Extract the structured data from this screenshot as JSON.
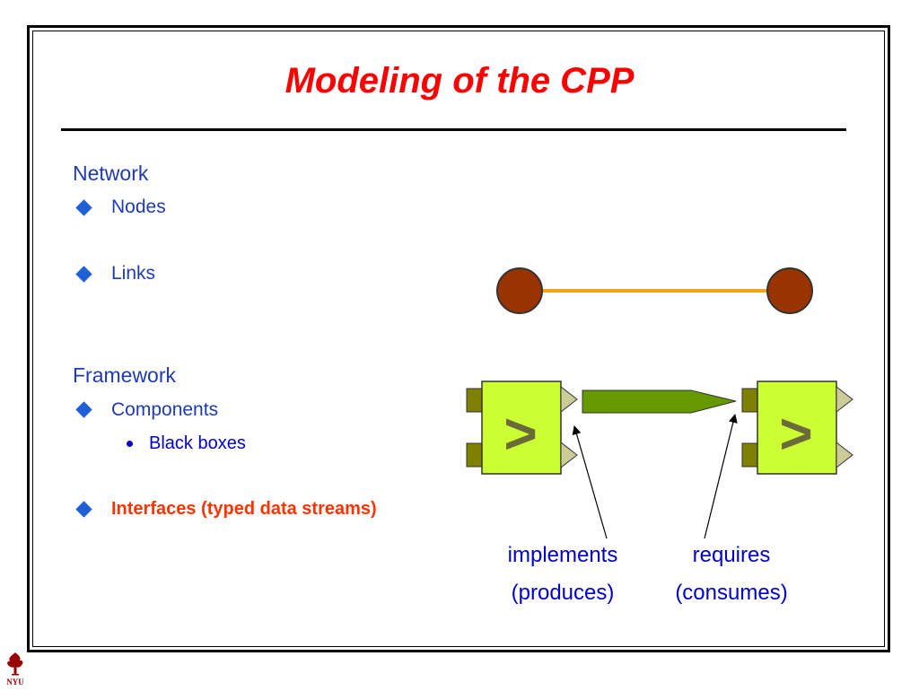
{
  "slide": {
    "title": "Modeling of the CPP",
    "network": {
      "heading": "Network",
      "items": [
        "Nodes",
        "Links"
      ]
    },
    "framework": {
      "heading": "Framework",
      "components_label": "Components",
      "sub_item": "Black boxes",
      "interfaces_label": "Interfaces (typed data streams)"
    },
    "diagram": {
      "component_symbol": ">",
      "implements_line1": "implements",
      "implements_line2": "(produces)",
      "requires_line1": "requires",
      "requires_line2": "(consumes)"
    },
    "logo_text": "NYU"
  },
  "colors": {
    "title": "#ff0000",
    "body_text": "#1f3bb3",
    "accent": "#ff3300",
    "node_fill": "#993300",
    "link": "#f5a31a",
    "component_fill": "#ccff33",
    "port_fill": "#808000",
    "stream_fill": "#669900"
  }
}
